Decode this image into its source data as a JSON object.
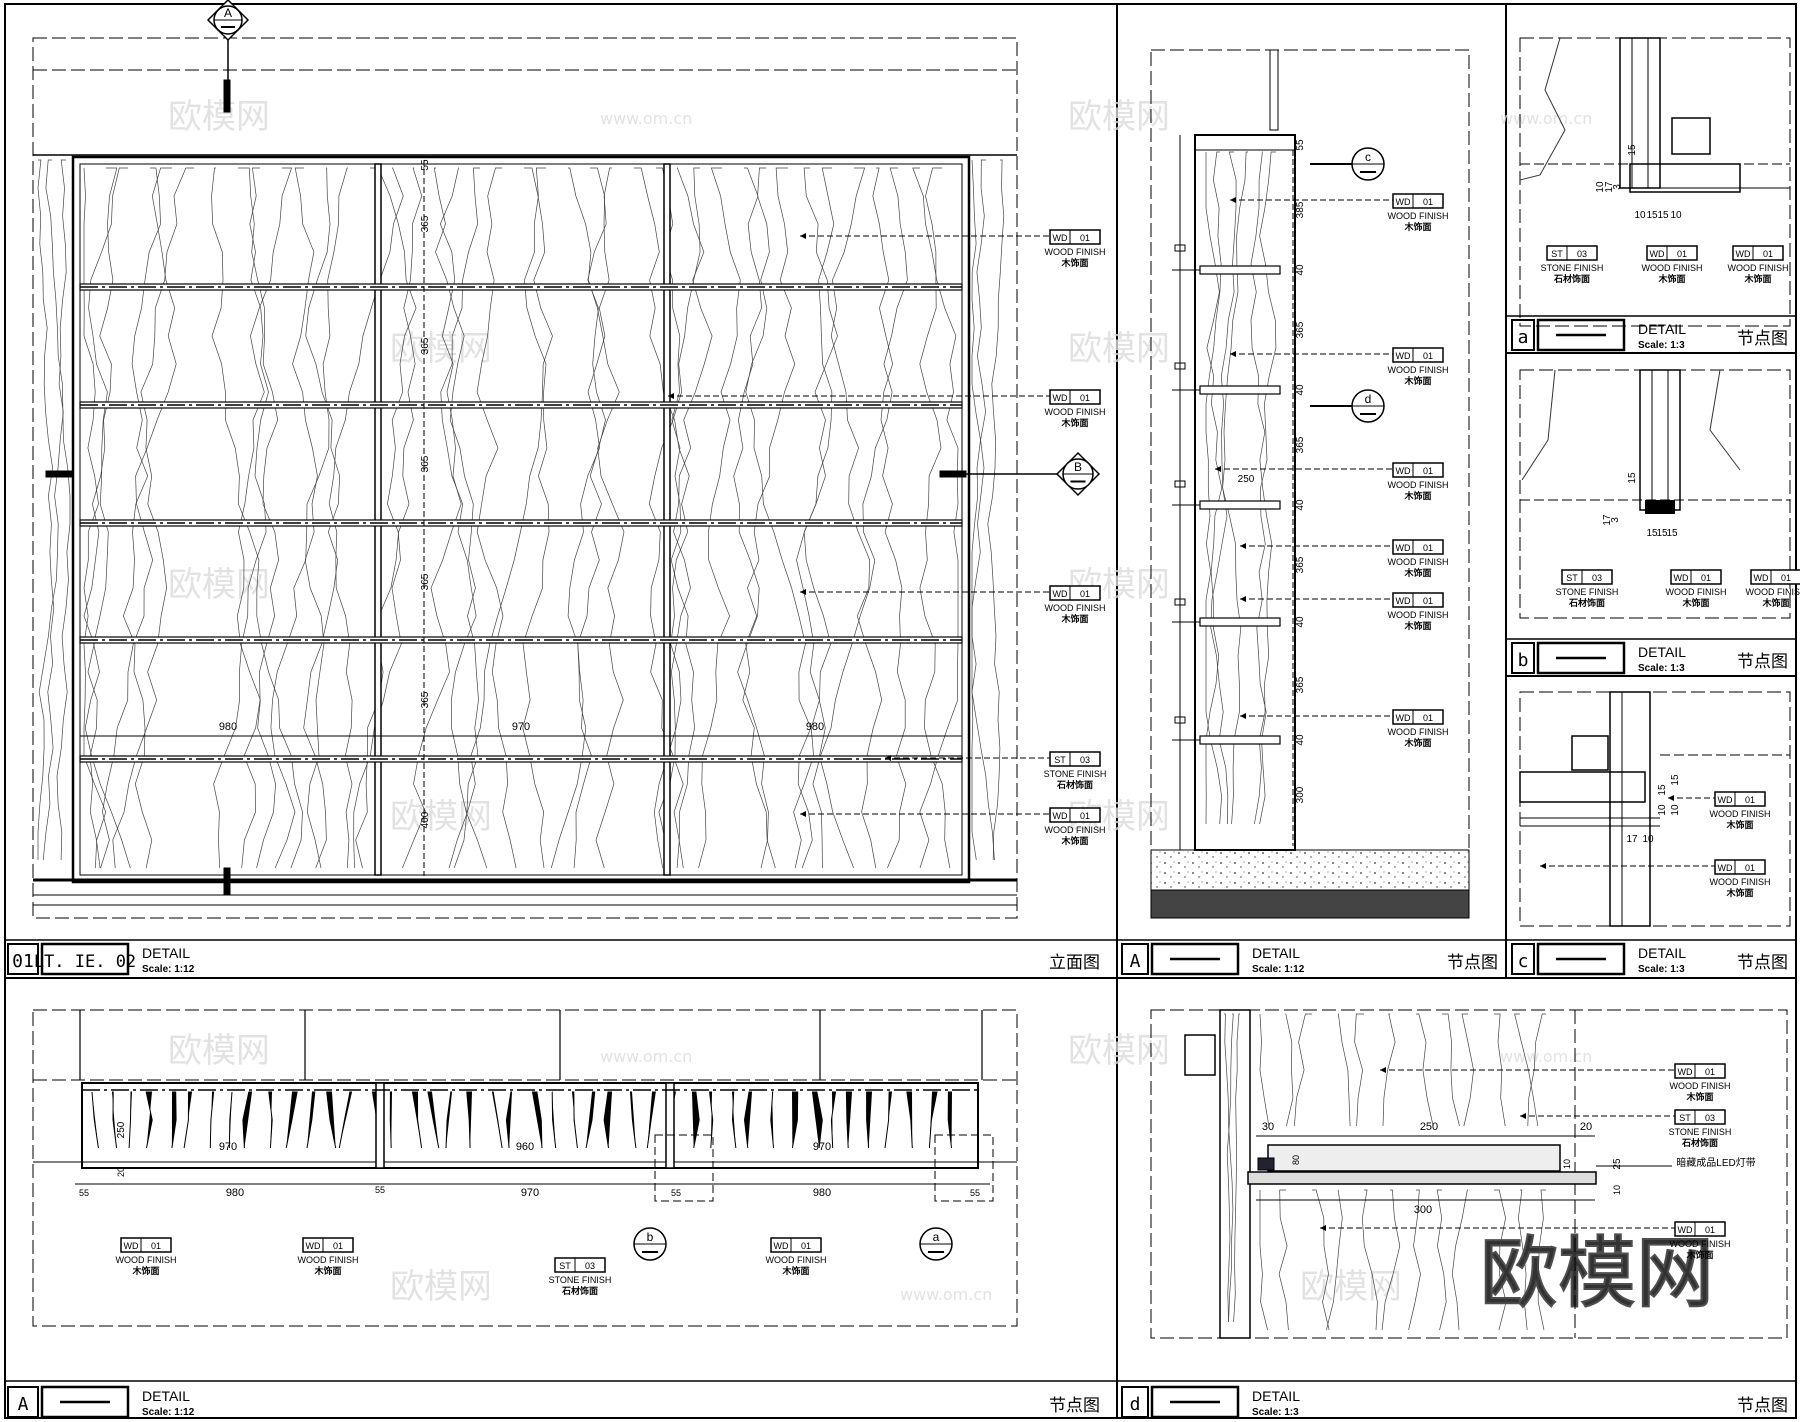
{
  "panels": {
    "p01": {
      "code": "01",
      "sheet": "LT. IE. 02",
      "title": "DETAIL",
      "scale": "Scale: 1:12",
      "cn": "立面图"
    },
    "pA": {
      "code": "A",
      "title": "DETAIL",
      "scale": "Scale: 1:12",
      "cn": "节点图"
    },
    "pAb": {
      "code": "A",
      "title": "DETAIL",
      "scale": "Scale: 1:12",
      "cn": "节点图"
    },
    "pa": {
      "code": "a",
      "title": "DETAIL",
      "scale": "Scale: 1:3",
      "cn": "节点图"
    },
    "pb": {
      "code": "b",
      "title": "DETAIL",
      "scale": "Scale: 1:3",
      "cn": "节点图"
    },
    "pc": {
      "code": "c",
      "title": "DETAIL",
      "scale": "Scale: 1:3",
      "cn": "节点图"
    },
    "pd": {
      "code": "d",
      "title": "DETAIL",
      "scale": "Scale: 1:3",
      "cn": "节点图"
    }
  },
  "tags": {
    "wd": {
      "code": "WD",
      "num": "01",
      "en": "WOOD FINISH",
      "cn": "木饰面"
    },
    "st": {
      "code": "ST",
      "num": "03",
      "en": "STONE FINISH",
      "cn": "石材饰面"
    }
  },
  "markers": {
    "A": "A",
    "B": "B",
    "a": "a",
    "b": "b",
    "c": "c",
    "d": "d"
  },
  "dims": {
    "elev_h": [
      "365",
      "365",
      "365",
      "365",
      "365",
      "400",
      "55"
    ],
    "elev_w": [
      "980",
      "970",
      "980"
    ],
    "plan_inner": [
      "970",
      "960",
      "970"
    ],
    "plan_outer": [
      "980",
      "970",
      "980"
    ],
    "plan_misc": [
      "250",
      "20",
      "55",
      "55",
      "55",
      "55"
    ],
    "sec_h": [
      "55",
      "385",
      "40",
      "365",
      "40",
      "365",
      "40",
      "365",
      "40",
      "365",
      "40",
      "300",
      "250"
    ],
    "d_dims": [
      "30",
      "250",
      "20",
      "80",
      "10",
      "25",
      "10",
      "300"
    ],
    "a_dims": [
      "10",
      "15",
      "15",
      "10",
      "10",
      "17",
      "3",
      "15"
    ],
    "b_dims": [
      "15",
      "15",
      "15",
      "17",
      "3",
      "15"
    ],
    "c_dims": [
      "10",
      "15",
      "10",
      "15",
      "17",
      "10"
    ]
  },
  "d_led": "暗藏成品LED灯带",
  "watermark": {
    "logo": "欧模网",
    "url": "www.om.cn"
  }
}
